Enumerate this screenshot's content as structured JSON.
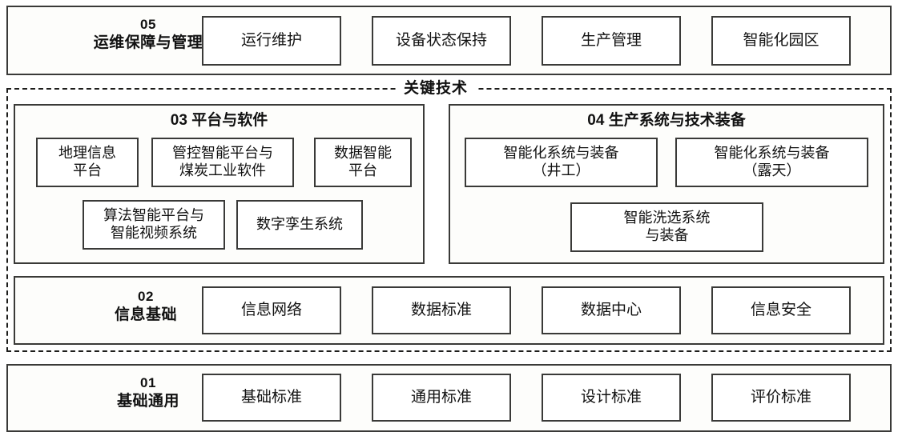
{
  "diagram": {
    "key_tech_label": "关键技术",
    "layers": [
      {
        "id": "05",
        "number": "05",
        "name": "运维保障与管理",
        "items": [
          "运行维护",
          "设备状态保持",
          "生产管理",
          "智能化园区"
        ]
      },
      {
        "id": "02",
        "number": "02",
        "name": "信息基础",
        "items": [
          "信息网络",
          "数据标准",
          "数据中心",
          "信息安全"
        ]
      },
      {
        "id": "01",
        "number": "01",
        "name": "基础通用",
        "items": [
          "基础标准",
          "通用标准",
          "设计标准",
          "评价标准"
        ]
      }
    ],
    "panels": [
      {
        "id": "03",
        "heading": "03 平台与软件",
        "row1": [
          "地理信息\n平台",
          "管控智能平台与\n煤炭工业软件",
          "数据智能\n平台"
        ],
        "row2": [
          "算法智能平台与\n智能视频系统",
          "数字孪生系统"
        ]
      },
      {
        "id": "04",
        "heading": "04 生产系统与技术装备",
        "row1": [
          "智能化系统与装备\n（井工）",
          "智能化系统与装备\n（露天）"
        ],
        "row2": [
          "智能洗选系统\n与装备"
        ]
      }
    ]
  },
  "colors": {
    "border": "#3a3a38",
    "dashed": "#1d1d1b",
    "panel_bg": "#fdfdfb",
    "cell_bg": "#ffffff",
    "text": "#111111"
  }
}
